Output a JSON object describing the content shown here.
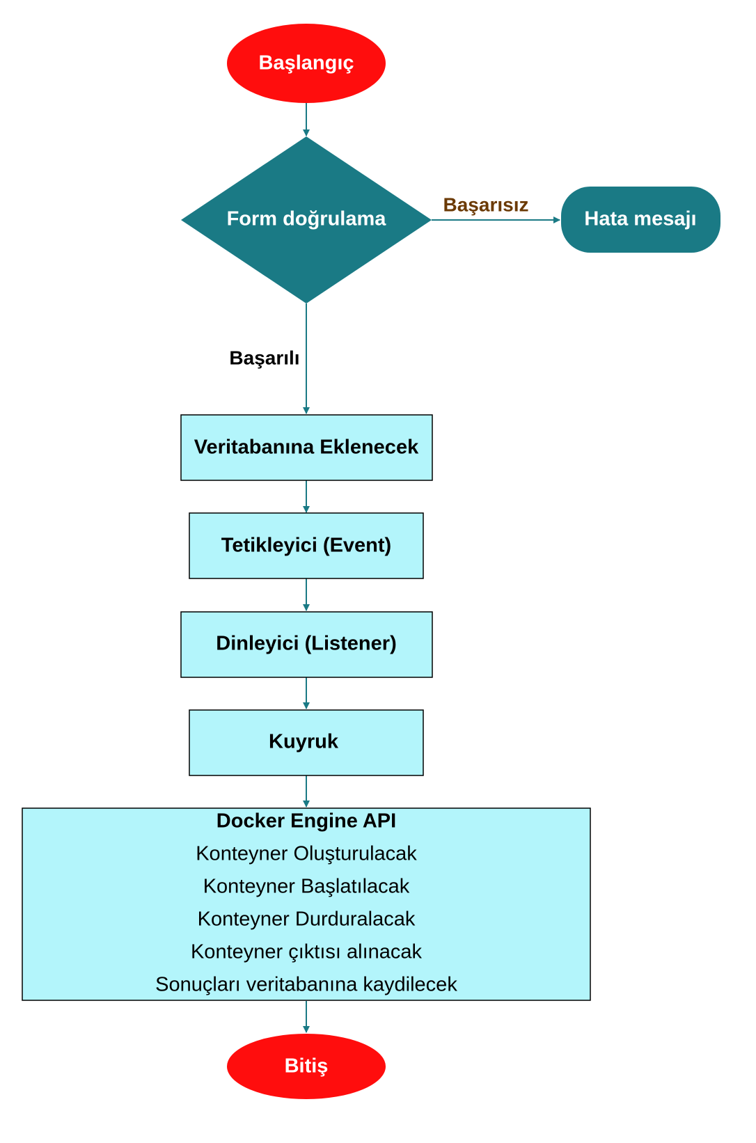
{
  "nodes": {
    "start": {
      "label": "Başlangıç"
    },
    "decision": {
      "label": "Form doğrulama"
    },
    "error": {
      "label": "Hata mesajı"
    },
    "db_insert": {
      "label": "Veritabanına Eklenecek"
    },
    "trigger": {
      "label": "Tetikleyici (Event)"
    },
    "listener": {
      "label": "Dinleyici (Listener)"
    },
    "queue": {
      "label": "Kuyruk"
    },
    "docker": {
      "title": "Docker Engine API",
      "lines": [
        "Konteyner Oluşturulacak",
        "Konteyner Başlatılacak",
        "Konteyner Durduralacak",
        "Konteyner çıktısı alınacak",
        "Sonuçları veritabanına kaydilecek"
      ]
    },
    "end": {
      "label": "Bitiş"
    }
  },
  "edges": {
    "fail_label": "Başarısız",
    "success_label": "Başarılı"
  },
  "colors": {
    "terminal_fill": "#ff0d0d",
    "decision_fill": "#1a7a85",
    "process_fill": "#b3f5fb",
    "arrow": "#1a7a85",
    "fail_label": "#6b3a05",
    "text_dark": "#000000",
    "text_light": "#ffffff"
  }
}
